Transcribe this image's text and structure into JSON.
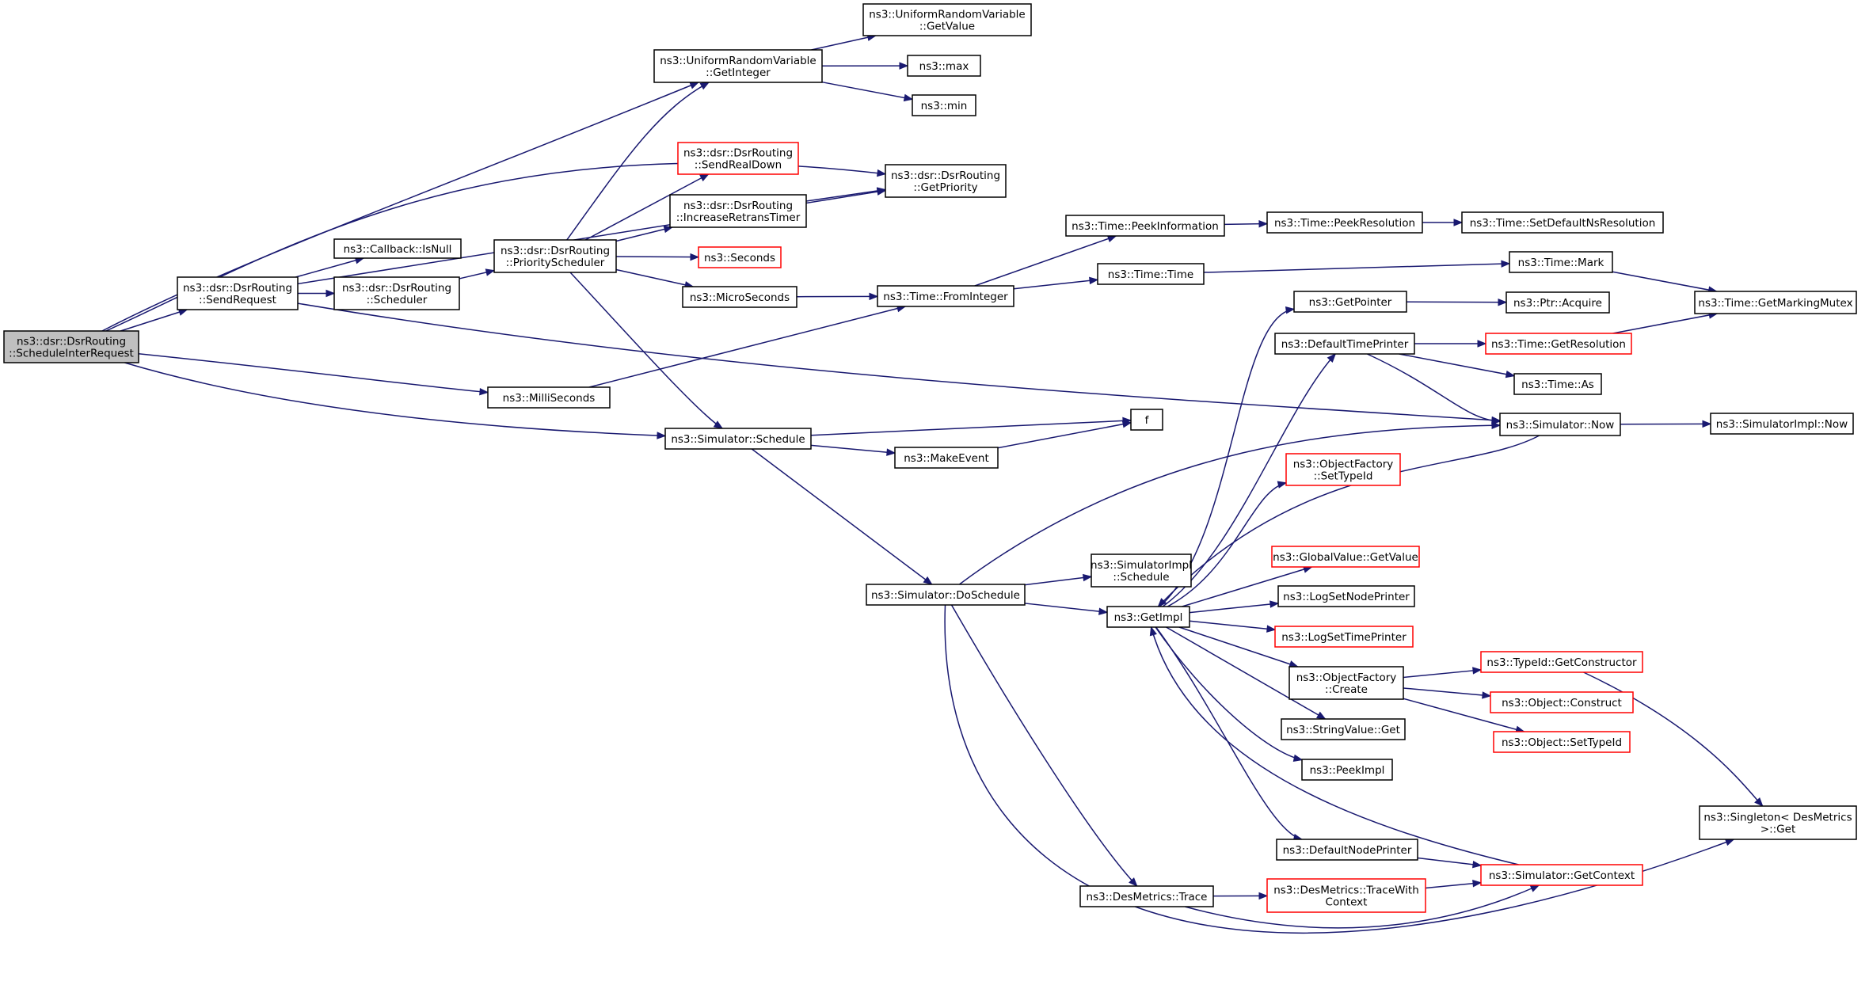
{
  "colors": {
    "edge": "#191970",
    "border_normal": "#000000",
    "border_truncated": "#ff0000",
    "fill_normal": "#ffffff",
    "fill_root": "#bfbfbf"
  },
  "nodes": [
    {
      "id": "root",
      "lines": [
        "ns3::dsr::DsrRouting",
        "::ScheduleInterRequest"
      ],
      "style": "root"
    },
    {
      "id": "getinteger",
      "lines": [
        "ns3::UniformRandomVariable",
        "::GetInteger"
      ],
      "style": "normal"
    },
    {
      "id": "getvalue_urv",
      "lines": [
        "ns3::UniformRandomVariable",
        "::GetValue"
      ],
      "style": "normal"
    },
    {
      "id": "max",
      "lines": [
        "ns3::max"
      ],
      "style": "normal"
    },
    {
      "id": "min",
      "lines": [
        "ns3::min"
      ],
      "style": "normal"
    },
    {
      "id": "sendrealdown",
      "lines": [
        "ns3::dsr::DsrRouting",
        "::SendRealDown"
      ],
      "style": "truncated"
    },
    {
      "id": "getpriority",
      "lines": [
        "ns3::dsr::DsrRouting",
        "::GetPriority"
      ],
      "style": "normal"
    },
    {
      "id": "increaseretrans",
      "lines": [
        "ns3::dsr::DsrRouting",
        "::IncreaseRetransTimer"
      ],
      "style": "normal"
    },
    {
      "id": "sendrequest",
      "lines": [
        "ns3::dsr::DsrRouting",
        "::SendRequest"
      ],
      "style": "normal"
    },
    {
      "id": "isnull",
      "lines": [
        "ns3::Callback::IsNull"
      ],
      "style": "normal"
    },
    {
      "id": "scheduler",
      "lines": [
        "ns3::dsr::DsrRouting",
        "::Scheduler"
      ],
      "style": "normal"
    },
    {
      "id": "priosched",
      "lines": [
        "ns3::dsr::DsrRouting",
        "::PriorityScheduler"
      ],
      "style": "normal"
    },
    {
      "id": "seconds",
      "lines": [
        "ns3::Seconds"
      ],
      "style": "truncated"
    },
    {
      "id": "microseconds",
      "lines": [
        "ns3::MicroSeconds"
      ],
      "style": "normal"
    },
    {
      "id": "milliseconds",
      "lines": [
        "ns3::MilliSeconds"
      ],
      "style": "normal"
    },
    {
      "id": "fromint",
      "lines": [
        "ns3::Time::FromInteger"
      ],
      "style": "normal"
    },
    {
      "id": "peekinfo",
      "lines": [
        "ns3::Time::PeekInformation"
      ],
      "style": "normal"
    },
    {
      "id": "peekres",
      "lines": [
        "ns3::Time::PeekResolution"
      ],
      "style": "normal"
    },
    {
      "id": "setdefres",
      "lines": [
        "ns3::Time::SetDefaultNsResolution"
      ],
      "style": "normal"
    },
    {
      "id": "timetime",
      "lines": [
        "ns3::Time::Time"
      ],
      "style": "normal"
    },
    {
      "id": "mark",
      "lines": [
        "ns3::Time::Mark"
      ],
      "style": "normal"
    },
    {
      "id": "markmutex",
      "lines": [
        "ns3::Time::GetMarkingMutex"
      ],
      "style": "normal"
    },
    {
      "id": "getpointer",
      "lines": [
        "ns3::GetPointer"
      ],
      "style": "normal"
    },
    {
      "id": "acquire",
      "lines": [
        "ns3::Ptr::Acquire"
      ],
      "style": "normal"
    },
    {
      "id": "deftimeprinter",
      "lines": [
        "ns3::DefaultTimePrinter"
      ],
      "style": "normal"
    },
    {
      "id": "getres",
      "lines": [
        "ns3::Time::GetResolution"
      ],
      "style": "truncated"
    },
    {
      "id": "timeas",
      "lines": [
        "ns3::Time::As"
      ],
      "style": "normal"
    },
    {
      "id": "simnow",
      "lines": [
        "ns3::Simulator::Now"
      ],
      "style": "normal"
    },
    {
      "id": "simimplnow",
      "lines": [
        "ns3::SimulatorImpl::Now"
      ],
      "style": "normal"
    },
    {
      "id": "f",
      "lines": [
        "f"
      ],
      "style": "normal"
    },
    {
      "id": "simschedule",
      "lines": [
        "ns3::Simulator::Schedule"
      ],
      "style": "normal"
    },
    {
      "id": "makeevent",
      "lines": [
        "ns3::MakeEvent"
      ],
      "style": "normal"
    },
    {
      "id": "ofsettypeid",
      "lines": [
        "ns3::ObjectFactory",
        "::SetTypeId"
      ],
      "style": "truncated"
    },
    {
      "id": "globalvalue",
      "lines": [
        "ns3::GlobalValue::GetValue"
      ],
      "style": "truncated"
    },
    {
      "id": "simimplsched",
      "lines": [
        "ns3::SimulatorImpl",
        "::Schedule"
      ],
      "style": "normal"
    },
    {
      "id": "doschedule",
      "lines": [
        "ns3::Simulator::DoSchedule"
      ],
      "style": "normal"
    },
    {
      "id": "getimpl",
      "lines": [
        "ns3::GetImpl"
      ],
      "style": "normal"
    },
    {
      "id": "lognode",
      "lines": [
        "ns3::LogSetNodePrinter"
      ],
      "style": "normal"
    },
    {
      "id": "logtime",
      "lines": [
        "ns3::LogSetTimePrinter"
      ],
      "style": "truncated"
    },
    {
      "id": "ofcreate",
      "lines": [
        "ns3::ObjectFactory",
        "::Create"
      ],
      "style": "normal"
    },
    {
      "id": "getctor",
      "lines": [
        "ns3::TypeId::GetConstructor"
      ],
      "style": "truncated"
    },
    {
      "id": "objconstruct",
      "lines": [
        "ns3::Object::Construct"
      ],
      "style": "truncated"
    },
    {
      "id": "objsettypeid",
      "lines": [
        "ns3::Object::SetTypeId"
      ],
      "style": "truncated"
    },
    {
      "id": "stringget",
      "lines": [
        "ns3::StringValue::Get"
      ],
      "style": "normal"
    },
    {
      "id": "peekimpl",
      "lines": [
        "ns3::PeekImpl"
      ],
      "style": "normal"
    },
    {
      "id": "singleton",
      "lines": [
        "ns3::Singleton< DesMetrics",
        " >::Get"
      ],
      "style": "normal"
    },
    {
      "id": "defnodeprinter",
      "lines": [
        "ns3::DefaultNodePrinter"
      ],
      "style": "normal"
    },
    {
      "id": "getcontext",
      "lines": [
        "ns3::Simulator::GetContext"
      ],
      "style": "truncated"
    },
    {
      "id": "trace",
      "lines": [
        "ns3::DesMetrics::Trace"
      ],
      "style": "normal"
    },
    {
      "id": "tracewithctx",
      "lines": [
        "ns3::DesMetrics::TraceWith",
        "Context"
      ],
      "style": "truncated"
    }
  ],
  "edges": [
    [
      "root",
      "getinteger"
    ],
    [
      "root",
      "getpriority"
    ],
    [
      "root",
      "sendrequest"
    ],
    [
      "root",
      "milliseconds"
    ],
    [
      "root",
      "simschedule"
    ],
    [
      "getinteger",
      "getvalue_urv"
    ],
    [
      "getinteger",
      "max"
    ],
    [
      "getinteger",
      "min"
    ],
    [
      "sendrequest",
      "getpriority"
    ],
    [
      "sendrequest",
      "isnull"
    ],
    [
      "sendrequest",
      "scheduler"
    ],
    [
      "sendrequest",
      "simnow"
    ],
    [
      "scheduler",
      "priosched"
    ],
    [
      "priosched",
      "getinteger"
    ],
    [
      "priosched",
      "sendrealdown"
    ],
    [
      "priosched",
      "increaseretrans"
    ],
    [
      "priosched",
      "seconds"
    ],
    [
      "priosched",
      "microseconds"
    ],
    [
      "priosched",
      "simschedule"
    ],
    [
      "increaseretrans",
      "getpriority"
    ],
    [
      "microseconds",
      "fromint"
    ],
    [
      "milliseconds",
      "fromint"
    ],
    [
      "fromint",
      "peekinfo"
    ],
    [
      "fromint",
      "timetime"
    ],
    [
      "peekinfo",
      "peekres"
    ],
    [
      "peekres",
      "setdefres"
    ],
    [
      "timetime",
      "mark"
    ],
    [
      "mark",
      "markmutex"
    ],
    [
      "getpointer",
      "acquire"
    ],
    [
      "deftimeprinter",
      "getres"
    ],
    [
      "deftimeprinter",
      "timeas"
    ],
    [
      "deftimeprinter",
      "simnow"
    ],
    [
      "getres",
      "markmutex"
    ],
    [
      "simnow",
      "simimplnow"
    ],
    [
      "simnow",
      "getimpl"
    ],
    [
      "simschedule",
      "f"
    ],
    [
      "simschedule",
      "makeevent"
    ],
    [
      "simschedule",
      "doschedule"
    ],
    [
      "makeevent",
      "f"
    ],
    [
      "doschedule",
      "simnow"
    ],
    [
      "doschedule",
      "simimplsched"
    ],
    [
      "doschedule",
      "getimpl"
    ],
    [
      "doschedule",
      "trace"
    ],
    [
      "doschedule",
      "singleton"
    ],
    [
      "getimpl",
      "getpointer"
    ],
    [
      "getimpl",
      "deftimeprinter"
    ],
    [
      "getimpl",
      "ofsettypeid"
    ],
    [
      "getimpl",
      "globalvalue"
    ],
    [
      "getimpl",
      "lognode"
    ],
    [
      "getimpl",
      "logtime"
    ],
    [
      "getimpl",
      "ofcreate"
    ],
    [
      "getimpl",
      "stringget"
    ],
    [
      "getimpl",
      "peekimpl"
    ],
    [
      "getimpl",
      "defnodeprinter"
    ],
    [
      "ofcreate",
      "getctor"
    ],
    [
      "ofcreate",
      "objconstruct"
    ],
    [
      "ofcreate",
      "objsettypeid"
    ],
    [
      "getctor",
      "singleton"
    ],
    [
      "defnodeprinter",
      "getcontext"
    ],
    [
      "getcontext",
      "getimpl"
    ],
    [
      "trace",
      "tracewithctx"
    ],
    [
      "trace",
      "getcontext"
    ],
    [
      "tracewithctx",
      "getcontext"
    ]
  ]
}
